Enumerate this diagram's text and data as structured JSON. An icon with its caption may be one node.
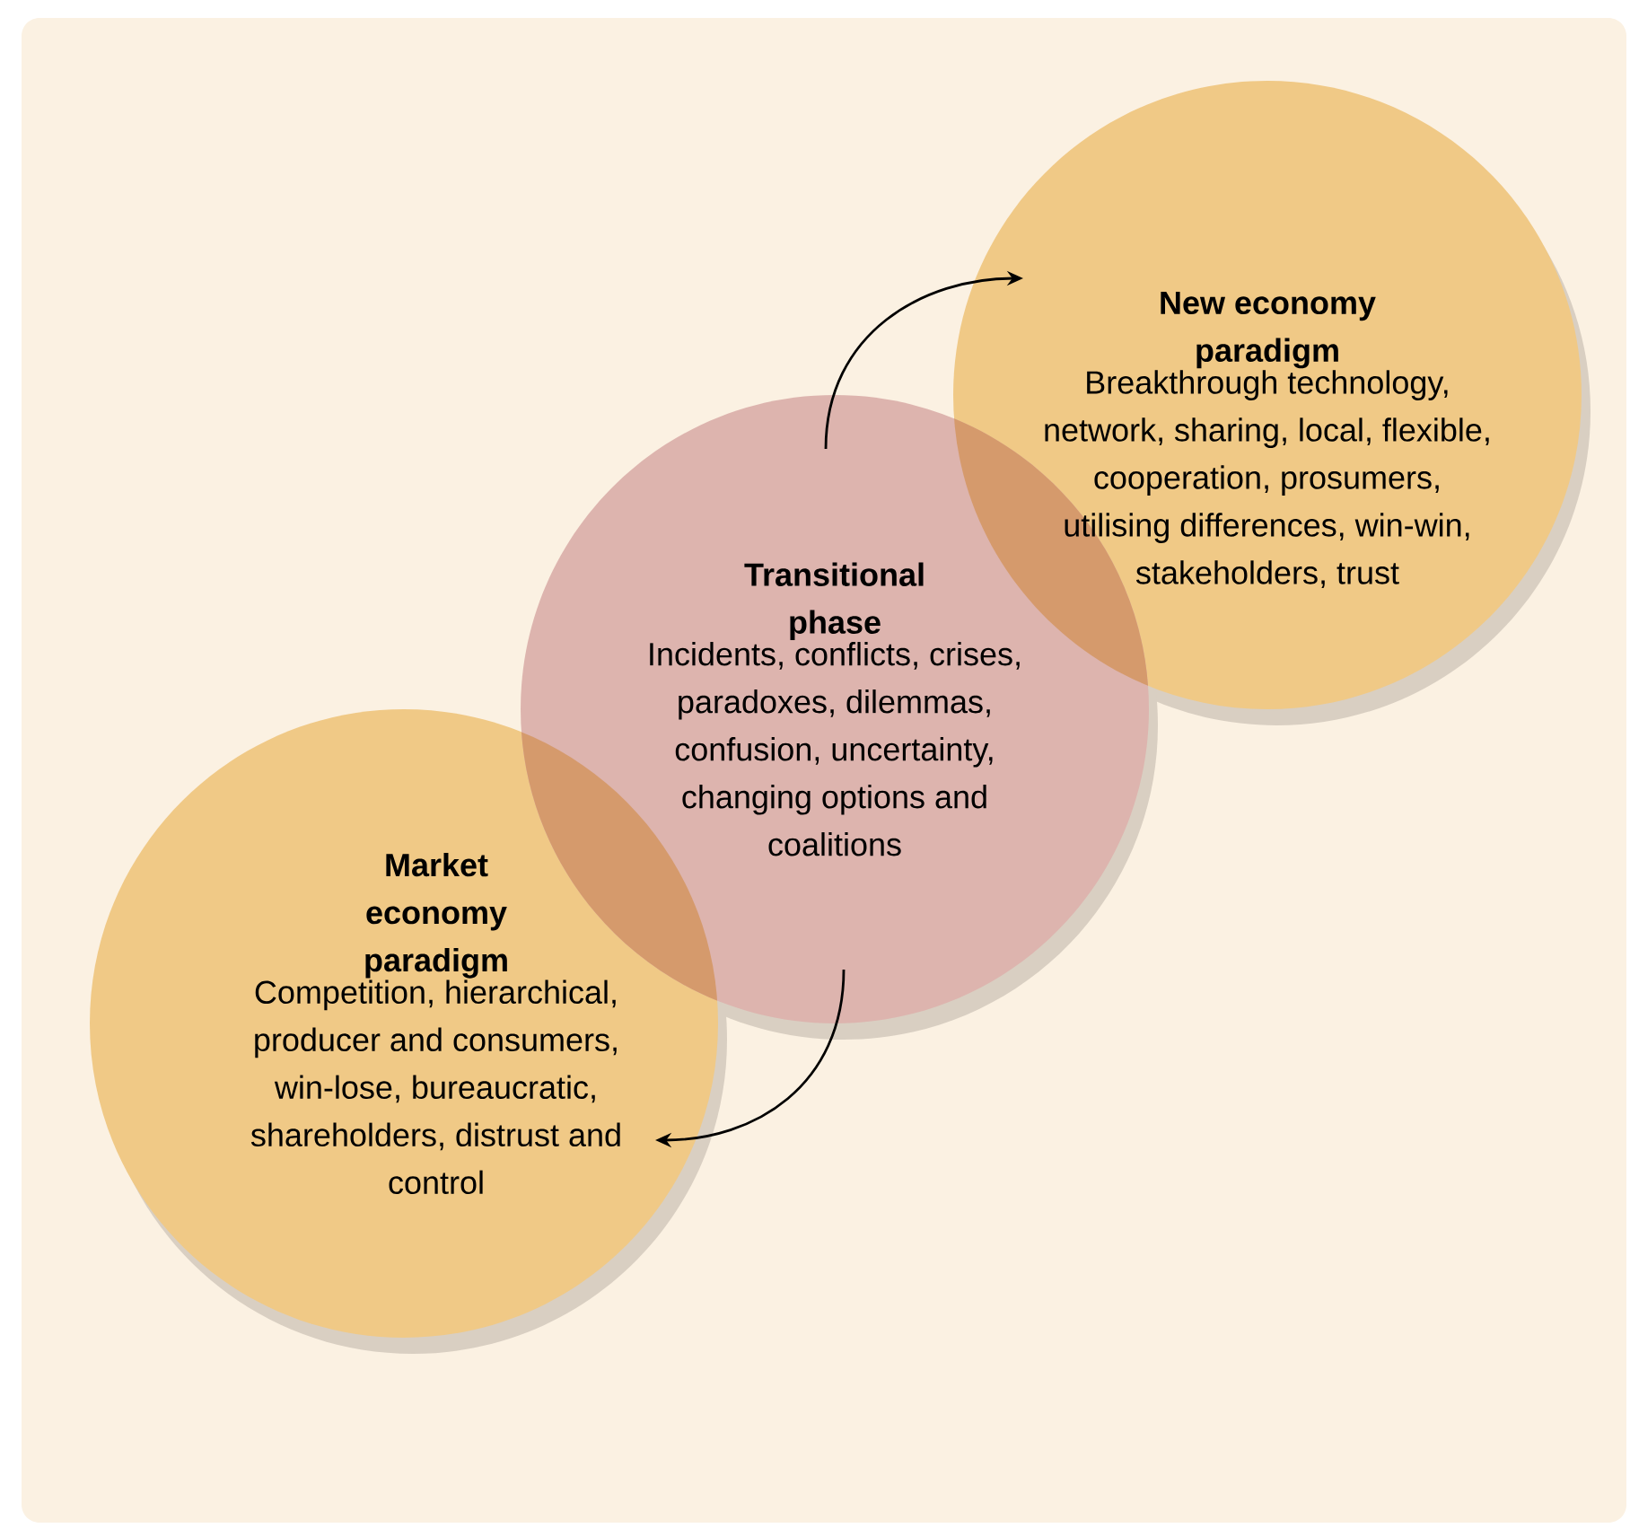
{
  "diagram": {
    "nodes": [
      {
        "text": [
          "New economy paradigm",
          "Breakthrough technology, network, sharing, local, flexible, cooperation, prosumers, utilising differences, win-win, stakeholders, trust"
        ]
      },
      {
        "text": [
          "Transitional phase",
          "Incidents, conflicts, crises, paradoxes, dilemmas, confusion, uncertainty, changing options and coalitions"
        ]
      },
      {
        "text": [
          "Market economy paradigm",
          "Competition, hierarchical, producer and consumers, win-lose, bureaucratic, shareholders, distrust and control"
        ]
      }
    ],
    "edges": [
      {
        "from": 1,
        "to": 0,
        "arrow": "to"
      },
      {
        "from": 1,
        "to": 2,
        "arrow": "to"
      }
    ]
  }
}
